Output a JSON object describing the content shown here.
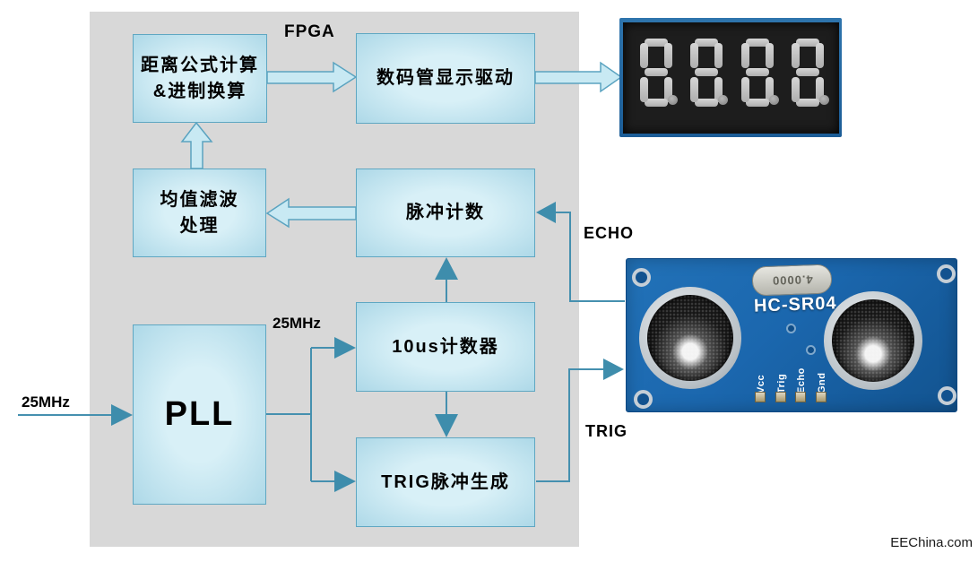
{
  "colors": {
    "panel-bg": "#d8d8d8",
    "node-fill-center": "#d8f0f7",
    "node-fill-edge": "#a9d6e6",
    "node-border": "#5fa7c2",
    "connector": "#4590af",
    "solid-arrow": "#3e8dac",
    "hollow-fill": "#c8e9f3",
    "hollow-stroke": "#5aa3c0",
    "label-text": "#000000",
    "pcb-blue": "#1b67ae",
    "display-face": "#1d1d1d",
    "segment-gray": "#c2c2c2"
  },
  "diagram": {
    "region_label": "FPGA",
    "nodes": {
      "calc": {
        "line1": "距离公式计算",
        "line2": "&进制换算"
      },
      "driver": {
        "label": "数码管显示驱动"
      },
      "filter": {
        "line1": "均值滤波",
        "line2": "处理"
      },
      "pulse_count": {
        "label": "脉冲计数"
      },
      "counter_10us": {
        "label": "10us计数器"
      },
      "trig_gen": {
        "label": "TRIG脉冲生成"
      },
      "pll": {
        "label": "PLL"
      }
    },
    "signal_labels": {
      "clock_in": "25MHz",
      "clock_pll_out": "25MHz",
      "echo": "ECHO",
      "trig": "TRIG"
    }
  },
  "display_module": {
    "digits": [
      "8.",
      "8.",
      "8.",
      "8."
    ]
  },
  "sensor_module": {
    "model": "HC-SR04",
    "crystal_marking": "4.0000",
    "pin_labels": [
      "Vcc",
      "Trig",
      "Echo",
      "Gnd"
    ]
  },
  "watermark": "EEChina.com"
}
